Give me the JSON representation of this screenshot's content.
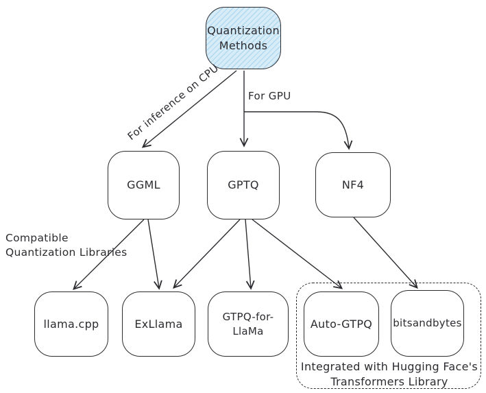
{
  "diagram": {
    "title": "Quantization Methods flowchart",
    "root_node": {
      "id": "quantization-methods",
      "line1": "Quantization",
      "line2": "Methods"
    },
    "nodes": {
      "ggml": {
        "label": "GGML"
      },
      "gptq": {
        "label": "GPTQ"
      },
      "nf4": {
        "label": "NF4"
      },
      "llama_cpp": {
        "label": "llama.cpp"
      },
      "exllama": {
        "label": "ExLlama"
      },
      "gtpq_for_llama": {
        "label": "GTPQ-for-LlaMa"
      },
      "auto_gtpq": {
        "label": "Auto-GTPQ"
      },
      "bitsandbytes": {
        "label": "bitsandbytes"
      }
    },
    "edges": [
      {
        "from": "quantization-methods",
        "to": "ggml",
        "label": "For inference on CPU"
      },
      {
        "from": "quantization-methods",
        "to": "gptq",
        "label": "For GPU"
      },
      {
        "from": "quantization-methods",
        "to": "nf4",
        "label": ""
      },
      {
        "from": "ggml",
        "to": "llama_cpp",
        "label": ""
      },
      {
        "from": "ggml",
        "to": "exllama",
        "label": ""
      },
      {
        "from": "gptq",
        "to": "exllama",
        "label": ""
      },
      {
        "from": "gptq",
        "to": "gtpq_for_llama",
        "label": ""
      },
      {
        "from": "gptq",
        "to": "auto_gtpq",
        "label": ""
      },
      {
        "from": "nf4",
        "to": "bitsandbytes",
        "label": ""
      }
    ],
    "annotations": {
      "compatible": {
        "line1": "Compatible",
        "line2": "Quantization Libraries"
      },
      "hugging_face_group": {
        "line1": "Integrated with Hugging Face's",
        "line2": "Transformers Library"
      }
    },
    "colors": {
      "stroke": "#2b2b30",
      "title_fill": "#d8ecf8",
      "title_hatch": "#aed9f0",
      "background": "#ffffff"
    }
  }
}
